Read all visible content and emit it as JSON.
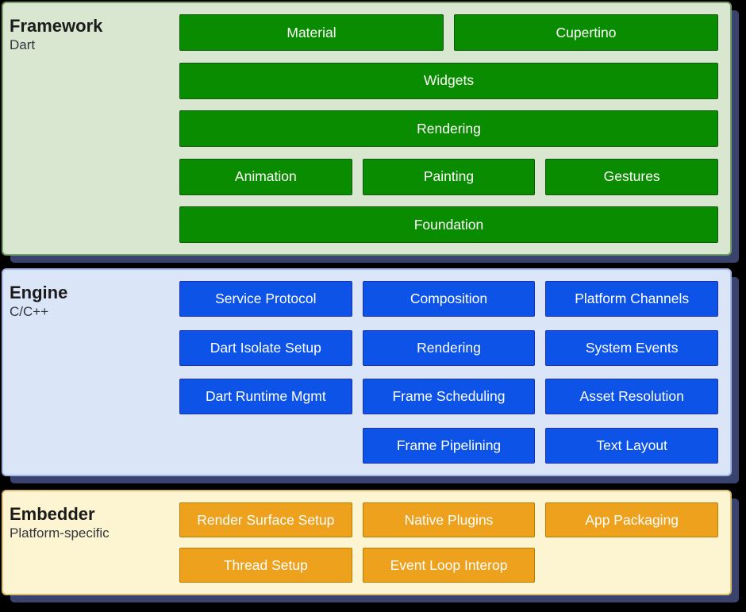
{
  "diagram": {
    "name": "Flutter architectural layers",
    "colors": {
      "background": "#000000",
      "shadow": "#3a426e",
      "framework_panel_bg": "#d9e7d1",
      "framework_box": "#0a8c00",
      "engine_panel_bg": "#dbe5f8",
      "engine_box": "#0d53e8",
      "embedder_panel_bg": "#fdf4d2",
      "embedder_box": "#eda11d",
      "box_text": "#ffffff"
    }
  },
  "layers": {
    "framework": {
      "title": "Framework",
      "subtitle": "Dart",
      "rows": [
        [
          "Material",
          "Cupertino"
        ],
        [
          "Widgets"
        ],
        [
          "Rendering"
        ],
        [
          "Animation",
          "Painting",
          "Gestures"
        ],
        [
          "Foundation"
        ]
      ]
    },
    "engine": {
      "title": "Engine",
      "subtitle": "C/C++",
      "rows": [
        [
          "Service Protocol",
          "Composition",
          "Platform Channels"
        ],
        [
          "Dart Isolate Setup",
          "Rendering",
          "System Events"
        ],
        [
          "Dart Runtime Mgmt",
          "Frame Scheduling",
          "Asset Resolution"
        ],
        [
          "",
          "Frame Pipelining",
          "Text Layout"
        ]
      ]
    },
    "embedder": {
      "title": "Embedder",
      "subtitle": "Platform-specific",
      "rows": [
        [
          "Render Surface Setup",
          "Native Plugins",
          "App Packaging"
        ],
        [
          "Thread Setup",
          "Event Loop Interop",
          ""
        ]
      ]
    }
  }
}
